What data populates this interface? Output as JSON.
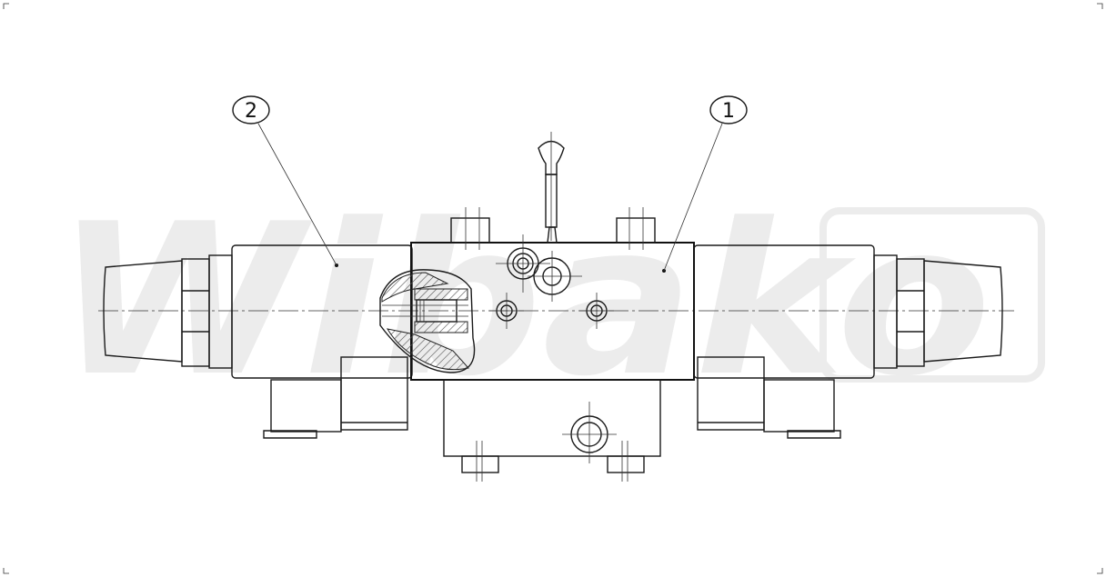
{
  "watermark": {
    "text": "Wibako",
    "color": "#ececec"
  },
  "callouts": [
    {
      "id": "callout-1",
      "label": "1"
    },
    {
      "id": "callout-2",
      "label": "2"
    }
  ],
  "colors": {
    "line": "#1a1a1a",
    "hatch": "#555555",
    "background": "#ffffff"
  }
}
